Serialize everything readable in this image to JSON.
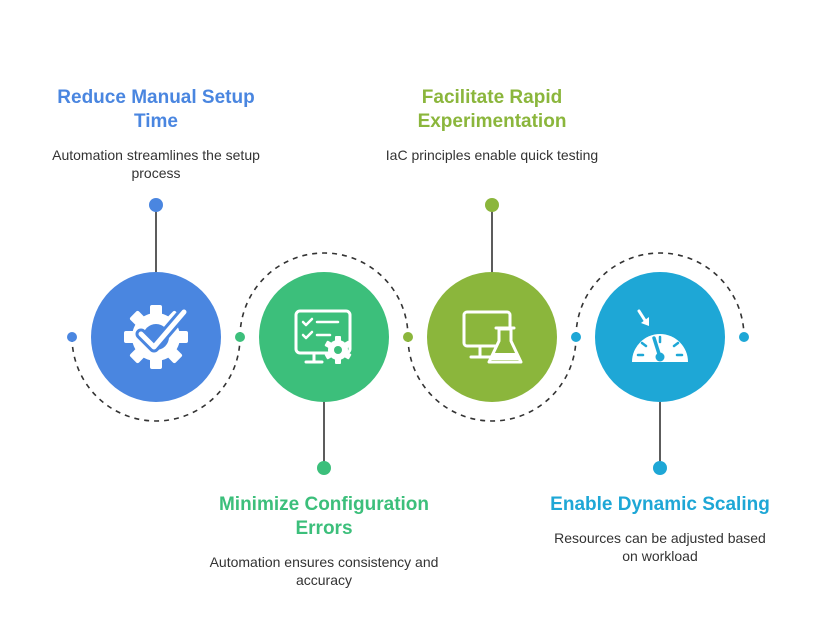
{
  "colors": {
    "blue": "#4a86e0",
    "green": "#3cbf7b",
    "lime": "#8bb63c",
    "cyan": "#1ea7d6",
    "dash": "#333333"
  },
  "steps": [
    {
      "title": "Reduce Manual Setup Time",
      "description": "Automation streamlines the setup process",
      "icon": "gear-check-icon"
    },
    {
      "title": "Facilitate Rapid Experimentation",
      "description": "IaC principles enable quick testing",
      "icon": "monitor-flask-icon"
    },
    {
      "title": "Minimize Configuration Errors",
      "description": "Automation ensures consistency and accuracy",
      "icon": "checklist-gear-icon"
    },
    {
      "title": "Enable Dynamic Scaling",
      "description": "Resources can be adjusted based on workload",
      "icon": "gauge-icon"
    }
  ]
}
